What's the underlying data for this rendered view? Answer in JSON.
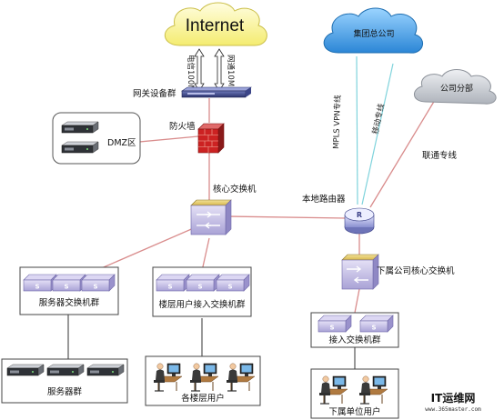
{
  "labels": {
    "internet": "Internet",
    "hq": "集团总公司",
    "branch": "公司分部",
    "link_left": "电信100M",
    "link_right": "网通10M",
    "gateway": "网关设备群",
    "firewall": "防火墙",
    "dmz": "DMZ区",
    "core_switch": "核心交换机",
    "mpls": "MPLS VPN专线",
    "mobile": "移动专线",
    "unicom": "联通专线",
    "local_router": "本地路由器",
    "server_switch": "服务器交换机群",
    "floor_switch": "楼层用户接入交换机群",
    "sub_core": "下属公司核心交换机",
    "access_switch": "接入交换机群",
    "servers": "服务器群",
    "floor_users": "各楼层用户",
    "sub_users": "下属单位用户"
  },
  "watermark": {
    "title": "IT运维网",
    "url": "www.365master.com"
  },
  "colors": {
    "red_link": "#d98c8c",
    "cyan_link": "#7fd3dc",
    "gray_link": "#555555",
    "internet_cloud": "#fffaa0",
    "hq_cloud": "#4aa6e8",
    "branch_cloud": "#c7cbd2",
    "firewall": "#cc2222",
    "switch_body": "#c9c3e6"
  },
  "icons": {
    "switch": "switch-icon",
    "router": "router-icon",
    "firewall": "firewall-icon",
    "server": "server-icon",
    "user": "user-workstation-icon",
    "cloud": "cloud-icon"
  }
}
